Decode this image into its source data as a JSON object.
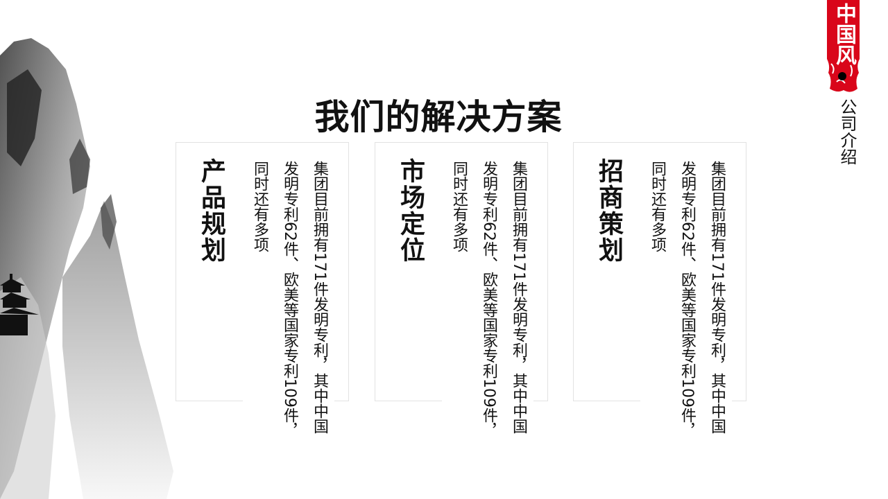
{
  "slide_title": "我们的解决方案",
  "badge": {
    "seal_text": "中国风",
    "label": "公司介绍",
    "accent_color": "#d9061a"
  },
  "cards": [
    {
      "title": "产品规划",
      "body": "集团目前拥有171件发明专利，其中中国发明专利62件、欧美等国家专利109件，同时还有多项"
    },
    {
      "title": "市场定位",
      "body": "集团目前拥有171件发明专利，其中中国发明专利62件、欧美等国家专利109件，同时还有多项"
    },
    {
      "title": "招商策划",
      "body": "集团目前拥有171件发明专利，其中中国发明专利62件、欧美等国家专利109件，同时还有多项"
    }
  ]
}
